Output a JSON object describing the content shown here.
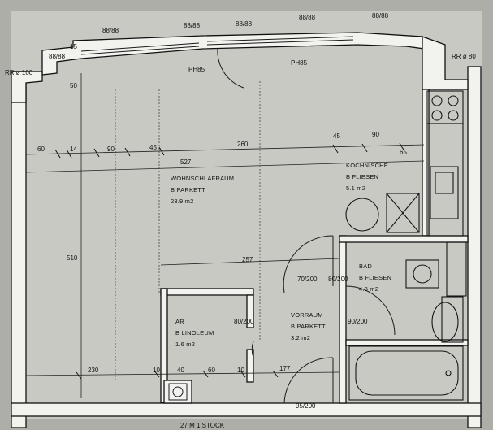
{
  "rooms": {
    "living": {
      "name": "WOHNSCHLAFRAUM",
      "floor": "B PARKETT",
      "area": "23.9 m2"
    },
    "kitchen": {
      "name": "KOCHNISCHE",
      "floor": "B FLIESEN",
      "area": "5.1 m2"
    },
    "bath": {
      "name": "BAD",
      "floor": "B FLIESEN",
      "area": "4.3 m2"
    },
    "storage": {
      "name": "AR",
      "floor": "B LINOLEUM",
      "area": "1.6 m2"
    },
    "hall": {
      "name": "VORRAUM",
      "floor": "B PARKETT",
      "area": "3.2 m2"
    }
  },
  "window_labels": {
    "w1": "88/88",
    "w2": "88/88",
    "w3": "88/88",
    "w4": "88/88",
    "w5": "88/88",
    "w6": "88/88",
    "rr_left": "RR ø 100",
    "rr_right": "RR ø 80"
  },
  "parapets": {
    "p1": "PH85",
    "p2": "PH85"
  },
  "dimensions": {
    "top_60": "60",
    "top_14": "14",
    "top_90a": "90",
    "top_45": "45",
    "total_527": "527",
    "total_260": "260",
    "right_45": "45",
    "right_90": "90",
    "right_65": "65",
    "left_50": "50",
    "left_15": "15",
    "left_510": "510",
    "mid_257": "257",
    "bottom_230": "230",
    "bottom_10a": "10",
    "bottom_40": "40",
    "bottom_60": "60",
    "bottom_10b": "10",
    "bottom_177": "177",
    "door_ar": "80/200",
    "door_hall": "70/200",
    "door_bath": "80/200",
    "door_entry": "90/200",
    "door_front": "95/200"
  },
  "footer_text": "27 M 1 STOCK"
}
